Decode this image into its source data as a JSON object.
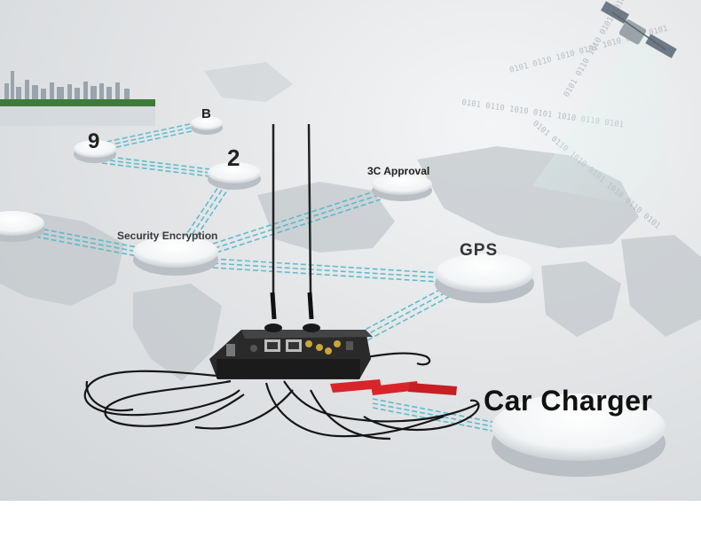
{
  "labels": {
    "security": "Security Encryption",
    "approval": "3C Approval",
    "gps": "GPS",
    "car_charger": "Car Charger",
    "nine": "9",
    "two": "2",
    "b": "B"
  },
  "binary_text": "0101 0110 1010 0101 1010 0110 0101",
  "colors": {
    "link": "#4fb9c9",
    "node": "#ffffff",
    "router": "#1e1e1e",
    "antenna_tape": "#d8252a"
  }
}
